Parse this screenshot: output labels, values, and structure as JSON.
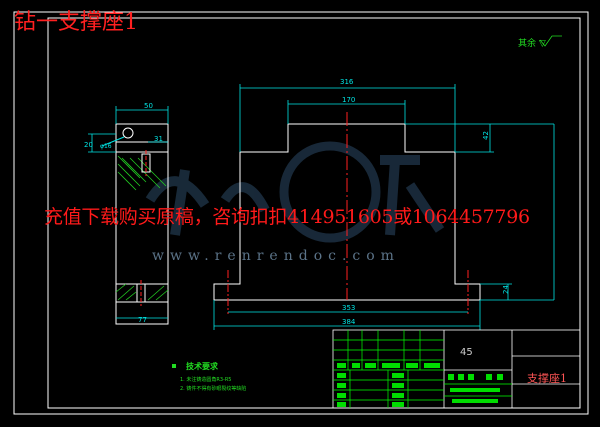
{
  "title": "钻一支撑座1",
  "watermark": {
    "line": "充值下载购买原稿，咨询扣扣414951605或1064457796",
    "url": "www.renrendoc.com"
  },
  "finish_note": "其余 ▽",
  "dimensions": {
    "overall_width": "316",
    "top_boss_width": "170",
    "inner_width": "353",
    "base_width": "384",
    "right_height": "42",
    "step_height": "24",
    "side_top_width": "50",
    "side_hole_offset": "31",
    "side_left_small": "20",
    "side_bottom_width": "77",
    "side_hole_label": "φ16"
  },
  "tech_requirements": {
    "title": "技术要求",
    "items": [
      "1. 未注铸造圆角R3-R5",
      "2. 铸件不得有砂眼裂纹等缺陷"
    ]
  },
  "title_block": {
    "material": "45",
    "part_name": "支撑座1"
  },
  "colors": {
    "background": "#000000",
    "outline": "#ffffff",
    "dimension": "#00e5e5",
    "centerline": "#ff2020",
    "table": "#00ff00",
    "hatch": "#22cc22",
    "watermark_logo": "#2c4a66"
  }
}
